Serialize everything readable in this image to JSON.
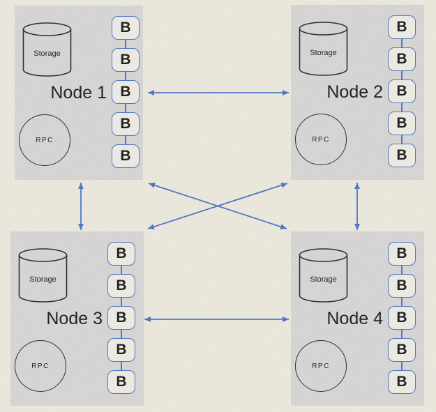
{
  "diagram": {
    "type": "blockchain-network-topology",
    "block_label": "B",
    "blocks_per_node": 5,
    "colors": {
      "background": "#f0ede3",
      "node_fill": "#d9d9d9",
      "block_fill": "#f2f0e9",
      "accent_blue": "#4472c4",
      "outline_black": "#1f1f1f"
    },
    "nodes": [
      {
        "label": "Node 1",
        "storage_label": "Storage",
        "rpc_label": "RPC"
      },
      {
        "label": "Node 2",
        "storage_label": "Storage",
        "rpc_label": "RPC"
      },
      {
        "label": "Node 3",
        "storage_label": "Storage",
        "rpc_label": "RPC"
      },
      {
        "label": "Node 4",
        "storage_label": "Storage",
        "rpc_label": "RPC"
      }
    ],
    "connections": [
      {
        "from": "Node 1",
        "to": "Node 2",
        "style": "bidirectional"
      },
      {
        "from": "Node 3",
        "to": "Node 4",
        "style": "bidirectional"
      },
      {
        "from": "Node 1",
        "to": "Node 3",
        "style": "bidirectional"
      },
      {
        "from": "Node 2",
        "to": "Node 4",
        "style": "bidirectional"
      },
      {
        "from": "Node 1",
        "to": "Node 4",
        "style": "bidirectional"
      },
      {
        "from": "Node 2",
        "to": "Node 3",
        "style": "bidirectional"
      }
    ]
  }
}
